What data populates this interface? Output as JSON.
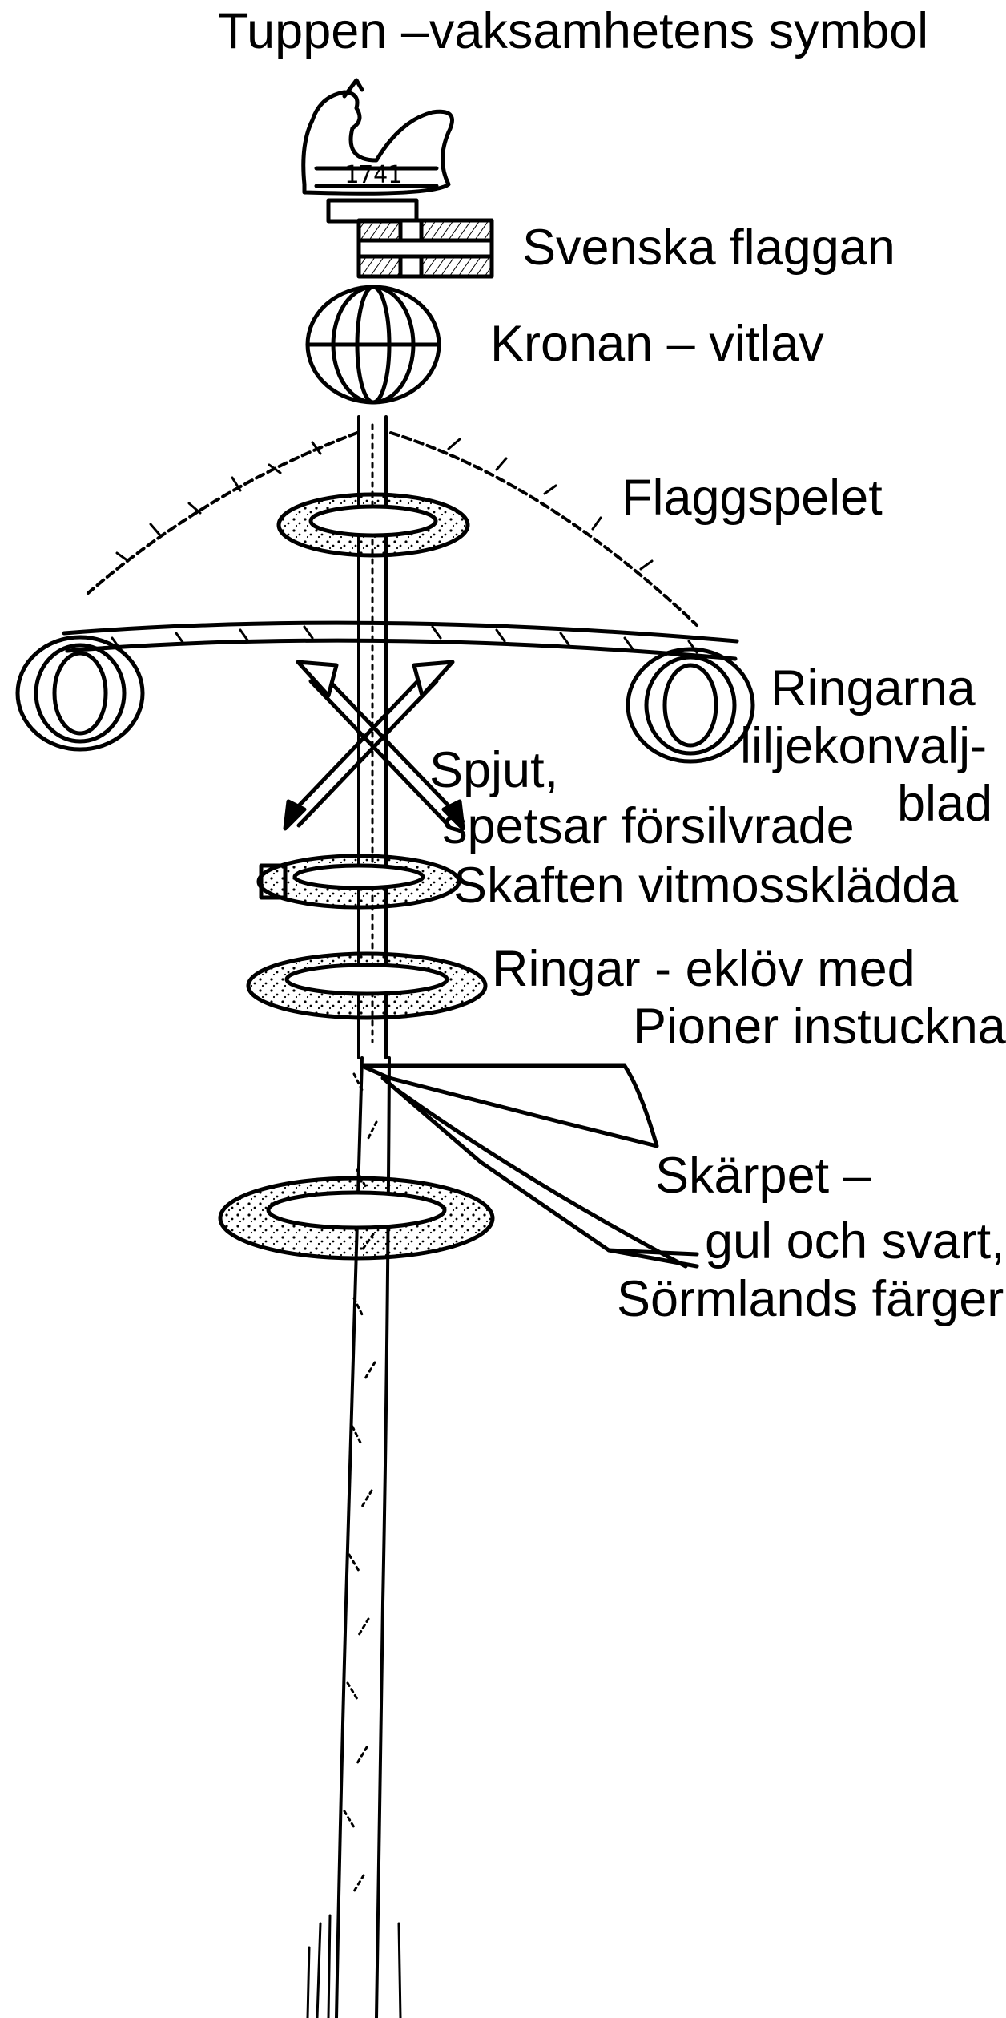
{
  "labels": {
    "rooster": "Tuppen –vaksamhetens symbol",
    "flag": "Svenska flaggan",
    "crown": "Kronan – vitlav",
    "flagpole": "Flaggspelet",
    "rings_line1": "Ringarna",
    "rings_line2": "liljekonvalj-",
    "rings_line3": "blad",
    "spears_line1": "Spjut,",
    "spears_line2": "spetsar försilvrade",
    "shafts": "Skaften vitmossklädda",
    "oak_rings_line1": "Ringar - eklöv med",
    "oak_rings_line2": "Pioner instuckna",
    "sash_line1": "Skärpet –",
    "sash_line2": "gul och svart,",
    "sash_line3": "Sörmlands färger"
  },
  "rooster_year": "1741"
}
